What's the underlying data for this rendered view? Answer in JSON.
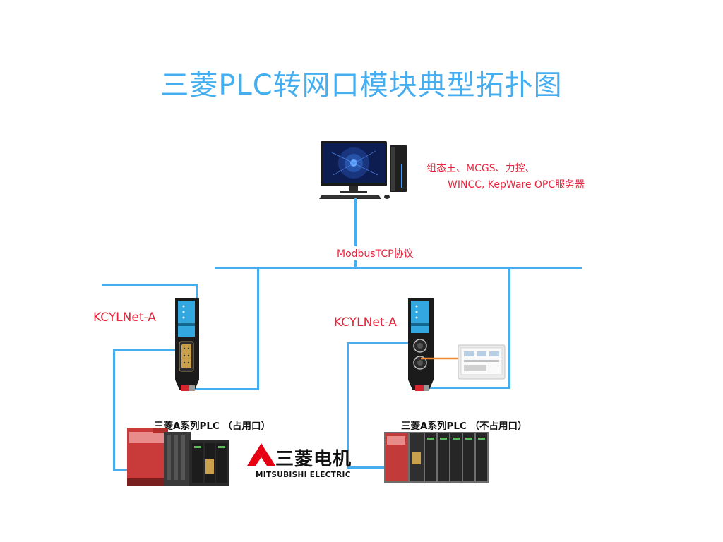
{
  "title": "三菱PLC转网口模块典型拓扑图",
  "software": {
    "line1": "组态王、MCGS、力控、",
    "line2": "WINCC, KepWare OPC服务器"
  },
  "protocol": "ModbusTCP协议",
  "modules": {
    "left_label": "KCYLNet-A",
    "right_label": "KCYLNet-A"
  },
  "plcs": {
    "left_label": "三菱A系列PLC （占用口）",
    "right_label": "三菱A系列PLC （不占用口）"
  },
  "brand": {
    "name_cn": "三菱电机",
    "name_en": "MITSUBISHI ELECTRIC"
  },
  "colors": {
    "title": "#45aef0",
    "network_line": "#45aef0",
    "annotation_text": "#e8243c",
    "brand_red": "#e60012"
  }
}
